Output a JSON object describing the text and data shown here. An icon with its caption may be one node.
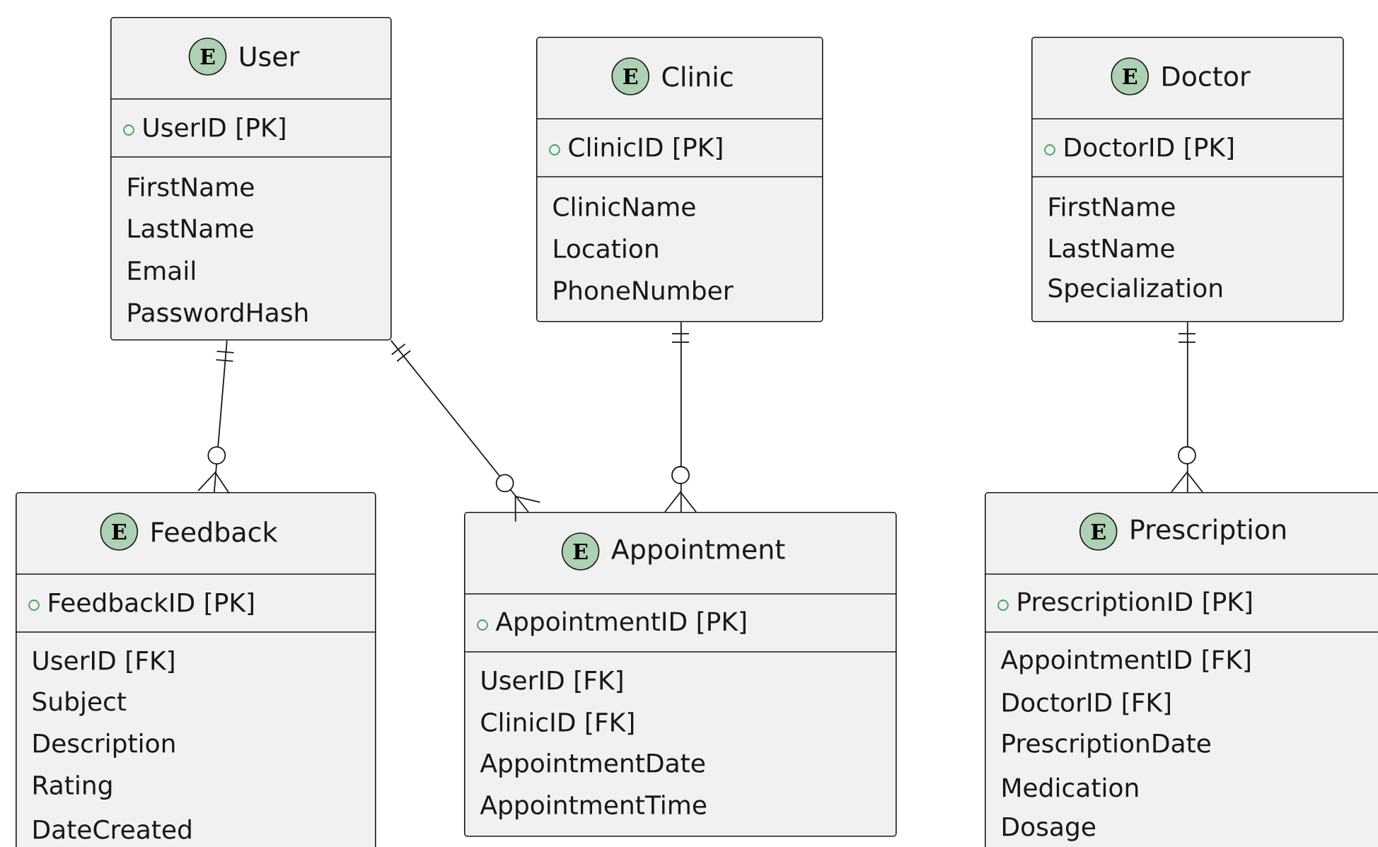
{
  "diagram": {
    "nodes": [
      {
        "text": [
          "E",
          "User",
          "UserID [PK]",
          "FirstName",
          "LastName",
          "Email",
          "PasswordHash"
        ]
      },
      {
        "text": [
          "E",
          "Clinic",
          "ClinicID [PK]",
          "ClinicName",
          "Location",
          "PhoneNumber"
        ]
      },
      {
        "text": [
          "E",
          "Doctor",
          "DoctorID [PK]",
          "FirstName",
          "LastName",
          "Specialization"
        ]
      },
      {
        "text": [
          "E",
          "Feedback",
          "FeedbackID [PK]",
          "UserID [FK]",
          "Subject",
          "Description",
          "Rating",
          "DateCreated"
        ]
      },
      {
        "text": [
          "E",
          "Appointment",
          "AppointmentID [PK]",
          "UserID [FK]",
          "ClinicID [FK]",
          "AppointmentDate",
          "AppointmentTime"
        ]
      },
      {
        "text": [
          "E",
          "Prescription",
          "PrescriptionID [PK]",
          "AppointmentID [FK]",
          "DoctorID [FK]",
          "PrescriptionDate",
          "Medication",
          "Dosage"
        ]
      }
    ],
    "edges": [
      {
        "from": 0,
        "to": 3,
        "arrow": "other"
      },
      {
        "from": 0,
        "to": 4,
        "arrow": "other"
      },
      {
        "from": 1,
        "to": 4,
        "arrow": "other"
      },
      {
        "from": 2,
        "to": 5,
        "arrow": "other"
      }
    ]
  }
}
